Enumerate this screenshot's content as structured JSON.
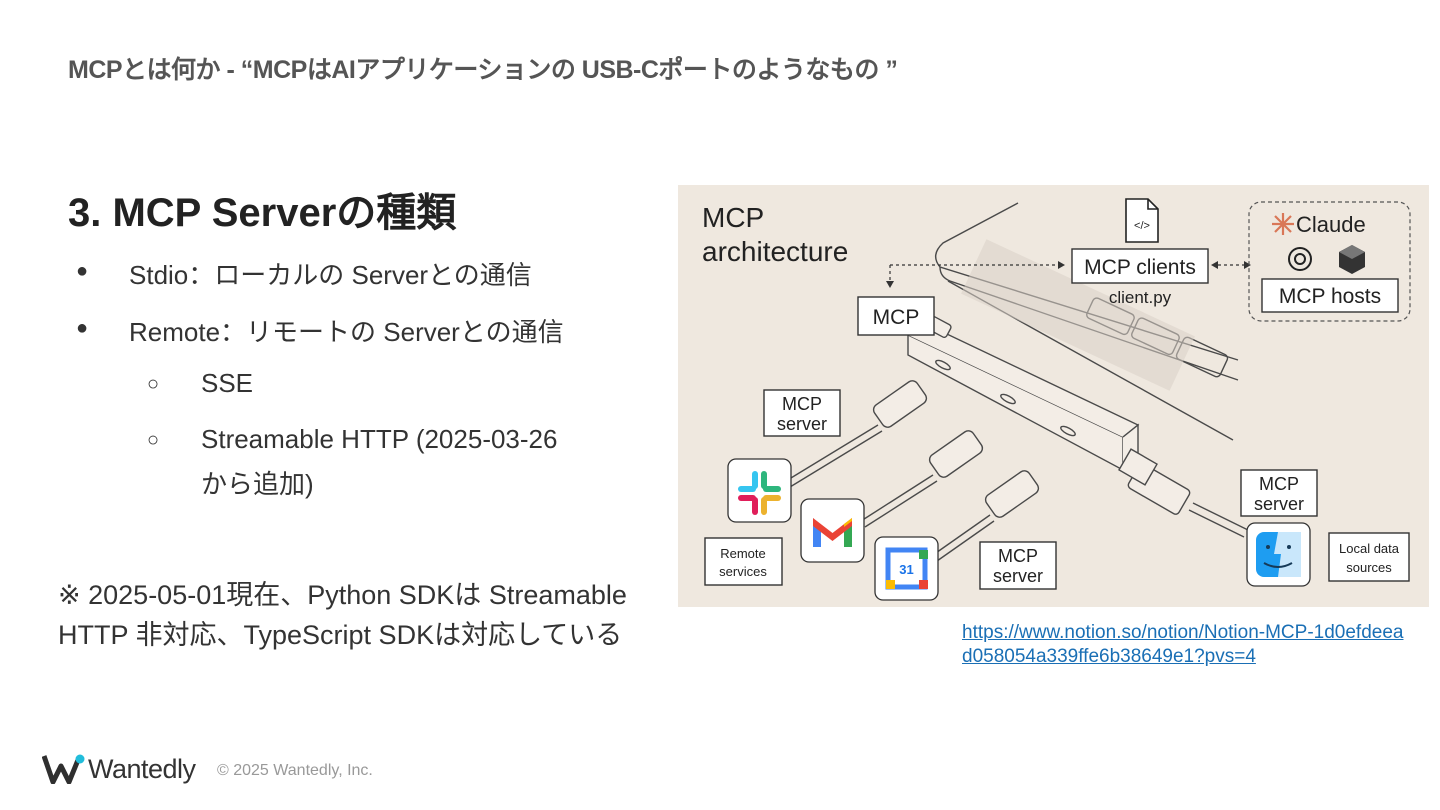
{
  "header": {
    "title": "MCPとは何か - “MCPはAIアプリケーションの USB-Cポートのようなもの ”"
  },
  "section": {
    "heading": "3. MCP Serverの種類"
  },
  "bullets": [
    {
      "marker": "●",
      "text": "Stdio：ローカルの Serverとの通信"
    },
    {
      "marker": "●",
      "text": "Remote：リモートの Serverとの通信"
    }
  ],
  "sub_bullets": [
    {
      "marker": "○",
      "text": "SSE"
    },
    {
      "marker": "○",
      "line1": "Streamable HTTP (2025-03-26",
      "line2": "から追加)"
    }
  ],
  "note": {
    "text": "※ 2025-05-01現在、Python SDKは Streamable HTTP 非対応、TypeScript SDKは対応している"
  },
  "source_link": {
    "text": "https://www.notion.so/notion/Notion-MCP-1d0efdeead058054a339ffe6b38649e1?pvs=4"
  },
  "diagram": {
    "title_line1": "MCP",
    "title_line2": "architecture",
    "mcp_clients": "MCP clients",
    "client_file": "client.py",
    "claude": "Claude",
    "mcp_hosts": "MCP hosts",
    "mcp_label": "MCP",
    "server_label_top": "MCP",
    "server_label_bottom": "server",
    "remote_line1": "Remote",
    "remote_line2": "services",
    "local_line1": "Local data",
    "local_line2": "sources",
    "calendar_day": "31",
    "code_icon_text": "</>"
  },
  "footer": {
    "brand": "Wantedly",
    "copyright": "© 2025 Wantedly, Inc."
  },
  "colors": {
    "figure_bg": "#efe8df",
    "link": "#1a6fb5"
  }
}
